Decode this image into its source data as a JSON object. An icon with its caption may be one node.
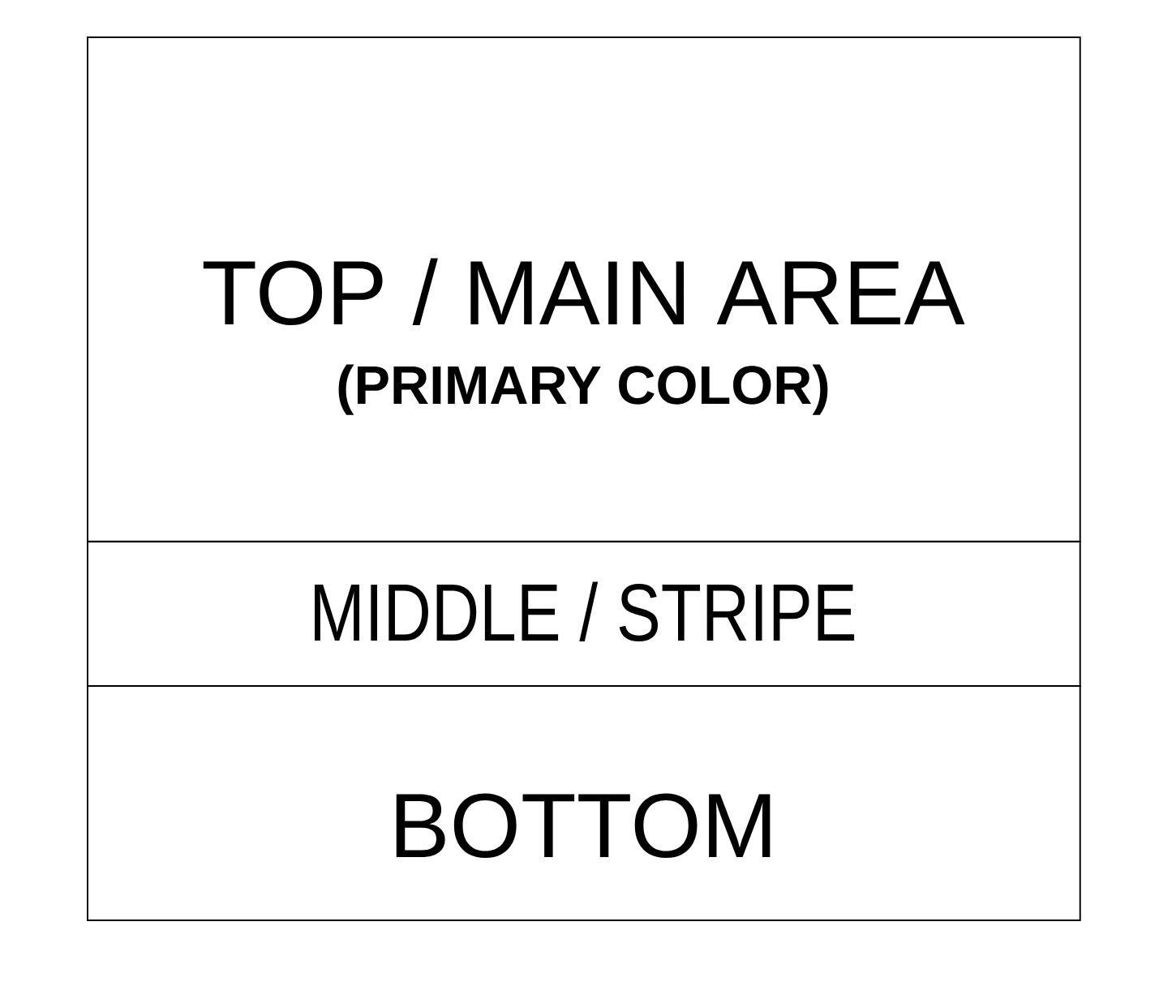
{
  "diagram": {
    "nodes": [
      {
        "text": [
          "TOP / MAIN AREA",
          "(PRIMARY COLOR)"
        ]
      },
      {
        "text": [
          "MIDDLE / STRIPE"
        ]
      },
      {
        "text": [
          "BOTTOM"
        ]
      }
    ]
  }
}
